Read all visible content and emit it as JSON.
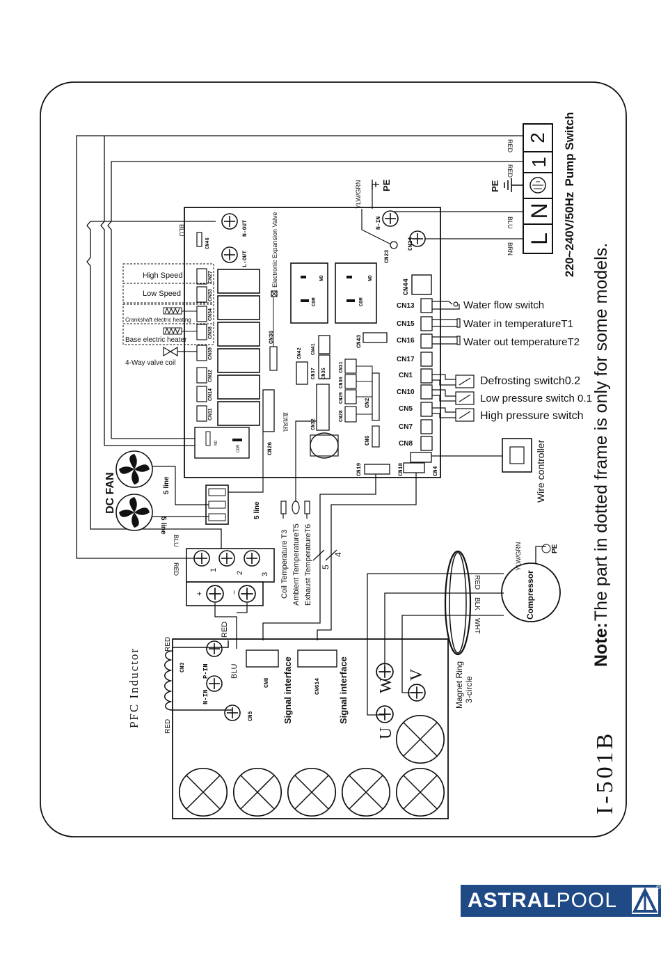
{
  "diagram": {
    "model": "I-501B",
    "note_prefix": "Note:",
    "note_text": "The part in dotted frame is only for some models.",
    "power_label": "220~240V/50Hz",
    "pump_switch_label": "Pump Switch",
    "terminals": {
      "L": "L",
      "N": "N",
      "t1": "1",
      "t2": "2"
    },
    "pe": "PE",
    "wire_colors": {
      "red": "RED",
      "blu": "BLU",
      "brn": "BRN",
      "blk": "BLK",
      "wht": "WHT",
      "ylwgrn": "YLW/GRN"
    },
    "board_terminals": {
      "n_in": "N-IN",
      "n_out": "N-OUT",
      "l_out": "L-OUT",
      "p_in": "P-IN"
    },
    "connectors": {
      "cn1": "CN1",
      "cn2": "CN2",
      "cn3": "CN3",
      "cn4": "CN4",
      "cn5": "CN5",
      "cn6": "CN6",
      "cn7": "CN7",
      "cn8": "CN8",
      "cn10": "CN10",
      "cn11": "CN11",
      "cn12": "CN12",
      "cn13": "CN13",
      "cn14": "CN14",
      "cn15": "CN15",
      "cn16": "CN16",
      "cn17": "CN17",
      "cn18": "CN18",
      "cn19": "CN19",
      "cn23": "CN23",
      "cn24": "CN24",
      "cn26": "CN26",
      "cn27": "CN27",
      "cn28": "CN28",
      "cn29": "CN29",
      "cn30": "CN30",
      "cn31": "CN31",
      "cn32": "CN32",
      "cn33": "CN33",
      "cn34": "CN34",
      "cn35": "CN35",
      "cn36": "CN36",
      "cn37": "CN37",
      "cn38": "CN38",
      "cn39": "CN39",
      "cn41": "CN41",
      "cn42": "CN42",
      "cn43": "CN43",
      "cn44": "CN44",
      "cn46": "CN46",
      "cn614": "CN614"
    },
    "relay": {
      "com": "COM",
      "no": "NO"
    },
    "loads": {
      "high_speed": "High Speed",
      "low_speed": "Low Speed",
      "crankshaft_heater": "Crankshaft electric heating",
      "base_heater": "Base electric heater",
      "four_way_valve": "4-Way valve coil",
      "eev": "Electronic Expansion Valve",
      "dc_fan_cn": "直流风机"
    },
    "sensors": {
      "water_flow": "Water flow switch",
      "water_in": "Water in temperatureT1",
      "water_out": "Water out temperatureT2",
      "defrost": "Defrosting switch0.2",
      "low_pressure": "Low pressure switch 0.1",
      "high_pressure": "High pressure switch",
      "wire_controller": "Wire controller",
      "coil_temp": "Coil Temperature T3",
      "ambient_temp": "Ambient TemperatureT5",
      "exhaust_temp": "Exhaust TemperatureT6"
    },
    "fan": {
      "label": "DC FAN",
      "line5": "5 line"
    },
    "bus": {
      "n5": "5",
      "n4": "4"
    },
    "terminal_block": {
      "t1": "1",
      "t2": "2",
      "t3": "3",
      "plus": "+",
      "minus": "−"
    },
    "drive": {
      "pfc": "PFC Inductor",
      "signal_interface": "Signal interface",
      "magnet_ring": "Magnet Ring",
      "three_circle": "3-circle",
      "u": "U",
      "v": "V",
      "w": "W"
    },
    "compressor": "Compressor"
  },
  "brand": {
    "name_bold": "ASTRAL",
    "name_light": "POOL",
    "reg": "®",
    "color": "#1f4a86"
  }
}
